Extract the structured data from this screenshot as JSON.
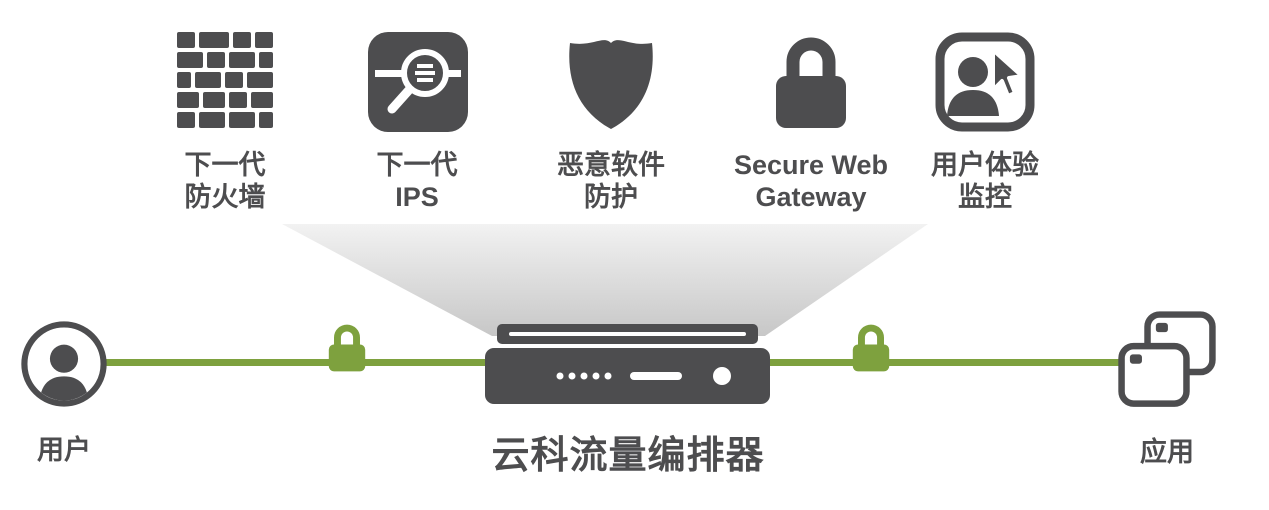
{
  "colors": {
    "dark": "#4d4d4f",
    "green": "#7ea13e"
  },
  "services": [
    {
      "icon": "firewall-brick-icon",
      "label": "下一代\n防火墙"
    },
    {
      "icon": "ips-magnifier-icon",
      "label": "下一代\nIPS"
    },
    {
      "icon": "malware-shield-icon",
      "label": "恶意软件\n防护"
    },
    {
      "icon": "secure-web-gateway-lock-icon",
      "label": "Secure Web\nGateway"
    },
    {
      "icon": "user-experience-monitor-icon",
      "label": "用户体验\n监控"
    }
  ],
  "flow": {
    "user_label": "用户",
    "apps_label": "应用",
    "device_label": "云科流量编排器"
  }
}
